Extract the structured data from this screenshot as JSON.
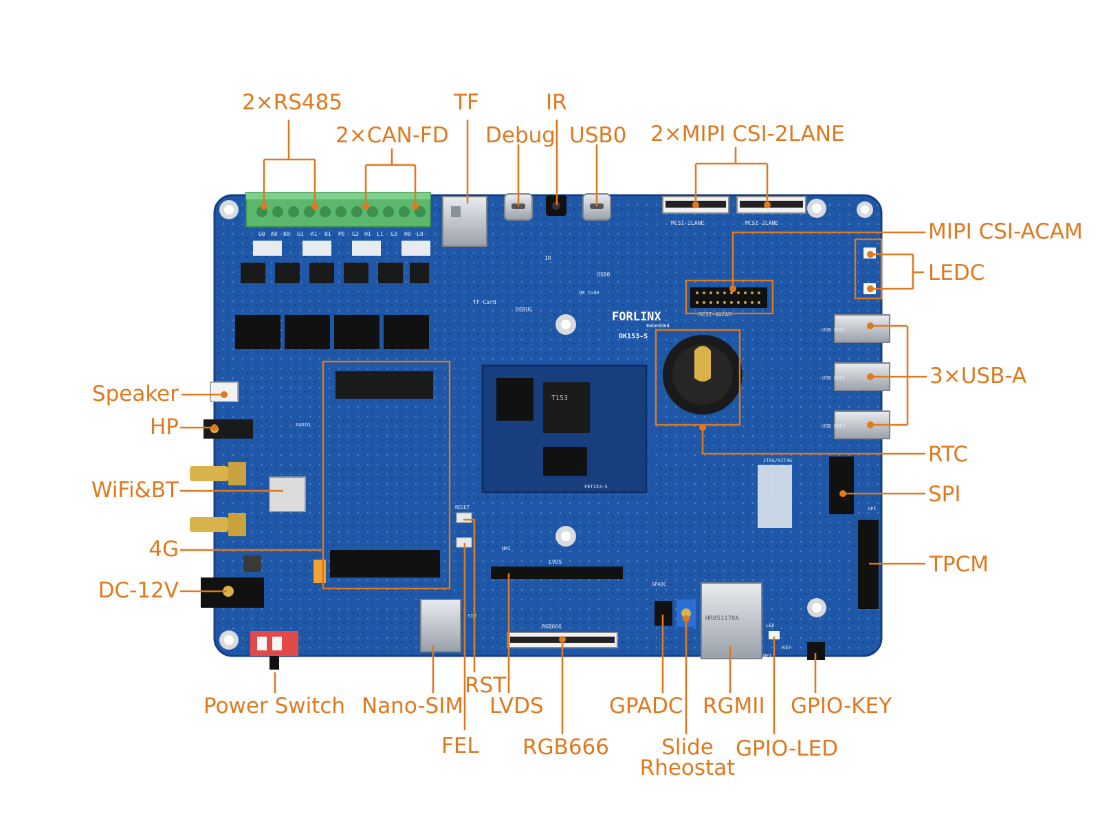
{
  "board": {
    "brand": "FORLINX",
    "brand_sub": "Embedded",
    "model": "OK153-S",
    "module": "T153",
    "module_sub": "FET153-S"
  },
  "silkscreen": {
    "mcsi_a": "MCSI-2LANE",
    "mcsi_b": "MCSI-2LANE",
    "mcsi_acam": "MCSI-4ACAM",
    "lvds": "LVDS",
    "rgb666": "RGB666",
    "tf_card": "TF-Card",
    "debug": "DEBUG",
    "ir": "IR",
    "usb0": "USB0",
    "qr": "QR Code",
    "sim": "SIM",
    "reset": "RESET",
    "nmi": "NMI",
    "gpadc": "GPADC",
    "led": "LED",
    "key": "KEY",
    "net": "NET",
    "rj45": "HR851178A",
    "usb_hub1": "USB HUB1",
    "usb_hub2": "USB HUB2",
    "usb_hub3": "USB HUB3",
    "spi": "SPI",
    "jtag": "JTAG/RJTAG",
    "terminals": [
      "G0",
      "A0",
      "B0",
      "G1",
      "A1",
      "B1",
      "PE",
      "G2",
      "H1",
      "L1",
      "G3",
      "H0",
      "L0"
    ],
    "audio": "AUDIO",
    "fet_small": "FET153-S"
  },
  "labels": {
    "rs485": "2×RS485",
    "canfd": "2×CAN-FD",
    "tf": "TF",
    "ir": "IR",
    "debug": "Debug",
    "usb0": "USB0",
    "mipi_csi_2lane": "2×MIPI CSI-2LANE",
    "mipi_csi_acam": "MIPI CSI-ACAM",
    "ledc": "LEDC",
    "usb_a": "3×USB-A",
    "rtc": "RTC",
    "spi": "SPI",
    "tpcm": "TPCM",
    "speaker": "Speaker",
    "hp": "HP",
    "wifi_bt": "WiFi&BT",
    "g4": "4G",
    "dc12v": "DC-12V",
    "power_switch": "Power Switch",
    "nano_sim": "Nano-SIM",
    "rst": "RST",
    "lvds": "LVDS",
    "fel": "FEL",
    "rgb666": "RGB666",
    "gpadc": "GPADC",
    "slide": "Slide",
    "rheostat": "Rheostat",
    "rgmii": "RGMII",
    "gpio_led": "GPIO-LED",
    "gpio_key": "GPIO-KEY"
  },
  "colors": {
    "label": "#e0781e",
    "pcb": "#1f58a8",
    "pcb_dark": "#173f80",
    "terminal": "#5cb86c",
    "metal": "#c8ccd2"
  }
}
